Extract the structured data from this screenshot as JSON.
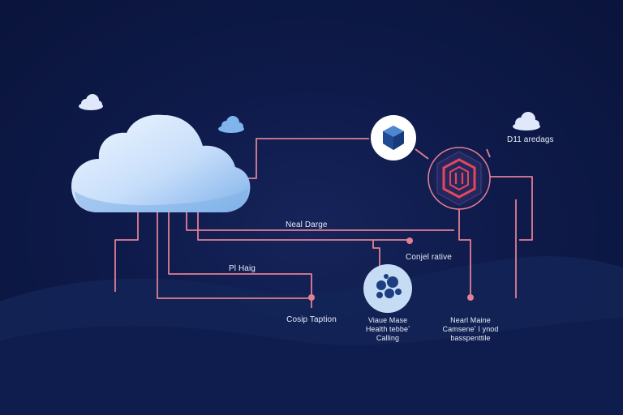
{
  "colors": {
    "background": "#0e1a4a",
    "connector": "#e27f95",
    "node_fill": "#ffffff",
    "cloud_light": "#e8f1ff",
    "cloud_blue": "#8fbfee",
    "cube_blue": "#1d3e80",
    "shield_red": "#e2485c",
    "gear_node_fill": "#c6dcf4"
  },
  "icons": {
    "main_cloud": "cloud-icon",
    "cube": "cube-icon",
    "shield": "hexagon-shield-icon",
    "gears": "gears-icon"
  },
  "labels": {
    "top_right": "D11 aredags",
    "hero_line": "Neal Darge",
    "mid_right": "Conjel rative",
    "left_mid": "Pl Haig",
    "bottom_left": "Cosip Taption",
    "bottom_center": [
      "Viaue Mase",
      "Health tebbeʼ",
      "Calling"
    ],
    "bottom_right": [
      "Nearl Maine",
      "Camseneʼ I ynod",
      "basspenttile"
    ]
  }
}
